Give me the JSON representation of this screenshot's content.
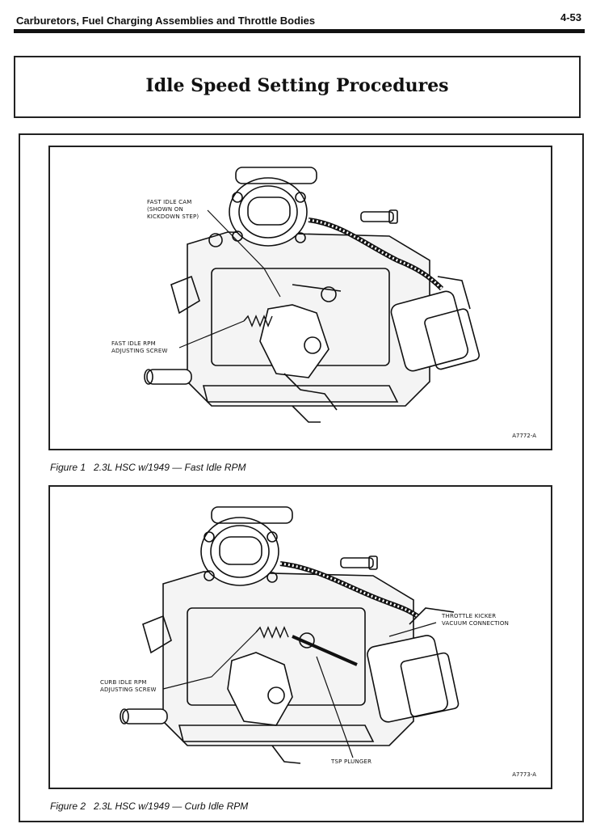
{
  "header": {
    "running_head": "Carburetors, Fuel Charging Assemblies and Throttle Bodies",
    "page_number": "4-53"
  },
  "title": "Idle Speed Setting Procedures",
  "figure1": {
    "callout_fast_idle_cam": "FAST IDLE CAM\n(SHOWN ON\nKICKDOWN STEP)",
    "callout_fast_idle_screw": "FAST IDLE RPM\nADJUSTING SCREW",
    "code": "A7772-A",
    "caption_number": "Figure 1",
    "caption_text": "2.3L HSC w/1949 — Fast Idle RPM"
  },
  "figure2": {
    "callout_throttle_kicker": "THROTTLE KICKER\nVACUUM CONNECTION",
    "callout_curb_idle_screw": "CURB IDLE RPM\nADJUSTING SCREW",
    "callout_tsp_plunger": "TSP PLUNGER",
    "code": "A7773-A",
    "caption_number": "Figure 2",
    "caption_text": "2.3L HSC w/1949 — Curb Idle RPM"
  }
}
